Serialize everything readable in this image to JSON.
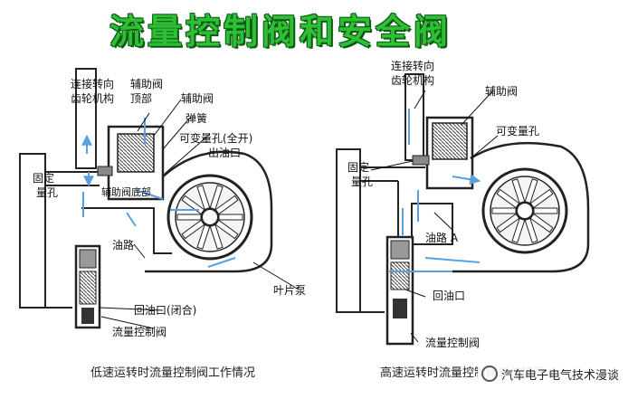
{
  "title": "流量控制阀和安全阀",
  "left": {
    "labels": {
      "steering": [
        "连接转向",
        "齿轮机构"
      ],
      "aux_valve_top": [
        "辅助阀",
        "顶部"
      ],
      "aux_valve": "辅助阀",
      "spring": "弹簧",
      "variable_orifice": "可变量孔(全开)",
      "outlet": "出油口",
      "fixed_orifice": [
        "固定",
        "量孔"
      ],
      "aux_valve_bottom": "辅助阀底部",
      "oil_path": "油路",
      "vane_pump": "叶片泵",
      "return_port": "回油口(闭合)",
      "flow_valve": "流量控制阀"
    },
    "caption": "低速运转时流量控制阀工作情况"
  },
  "right": {
    "labels": {
      "steering": [
        "连接转向",
        "齿轮机构"
      ],
      "aux_valve": "辅助阀",
      "variable_orifice": "可变量孔",
      "fixed_orifice": [
        "固定",
        "量孔"
      ],
      "oil_path": "油路 A",
      "return_port": "回油口",
      "flow_valve": "流量控制阀"
    },
    "caption": "高速运转时流量控制阀工作情况"
  },
  "watermark": "汽车电子电气技术漫谈",
  "colors": {
    "title": "#2fbf35",
    "title_outline": "#0a5a14",
    "flow": "#5aa0e0",
    "metal": "#222222",
    "pump_fill": "#e8e8e8"
  }
}
